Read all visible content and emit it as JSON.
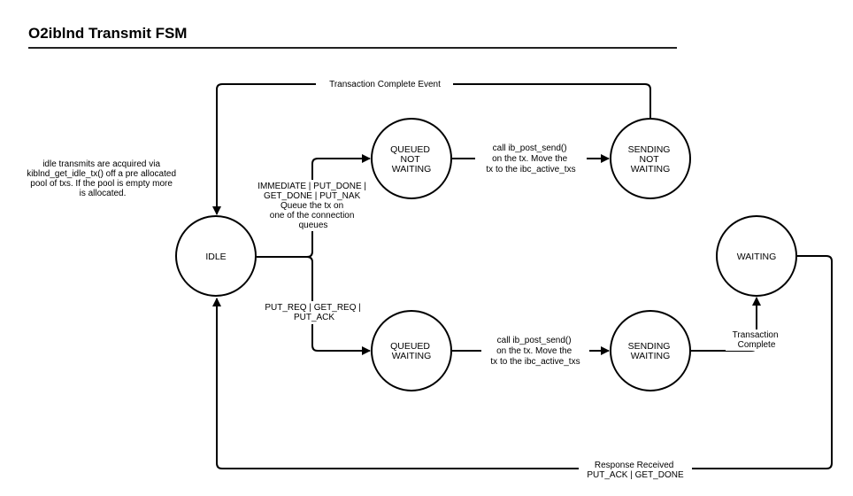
{
  "title": "O2iblnd Transmit FSM",
  "states": {
    "idle": {
      "lines": [
        "IDLE"
      ]
    },
    "queued_not_waiting": {
      "lines": [
        "QUEUED",
        "NOT",
        "WAITING"
      ]
    },
    "sending_not_waiting": {
      "lines": [
        "SENDING",
        "NOT",
        "WAITING"
      ]
    },
    "queued_waiting": {
      "lines": [
        "QUEUED",
        "WAITING"
      ]
    },
    "sending_waiting": {
      "lines": [
        "SENDING",
        "WAITING"
      ]
    },
    "waiting": {
      "lines": [
        "WAITING"
      ]
    }
  },
  "labels": {
    "transaction_complete_event": [
      "Transaction Complete Event"
    ],
    "idle_note": [
      "idle transmits are acquired via",
      "kiblnd_get_idle_tx() off a pre allocated",
      "pool of txs. If the pool is empty more",
      "is allocated."
    ],
    "immediate_put": [
      "IMMEDIATE | PUT_DONE |",
      "GET_DONE | PUT_NAK",
      "Queue the tx on",
      "one of the connection",
      "queues"
    ],
    "post_send_top": [
      "call ib_post_send()",
      "on the tx. Move the",
      "tx to the ibc_active_txs"
    ],
    "put_req": [
      "PUT_REQ | GET_REQ |",
      "PUT_ACK"
    ],
    "post_send_bottom": [
      "call ib_post_send()",
      "on the tx. Move the",
      "tx to the ibc_active_txs"
    ],
    "transaction_complete": [
      "Transaction",
      "Complete"
    ],
    "response_received": [
      "Response Received",
      "PUT_ACK | GET_DONE"
    ]
  }
}
